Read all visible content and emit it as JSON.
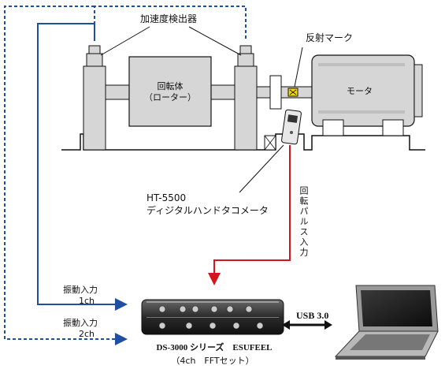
{
  "labels": {
    "accelerometer": "加速度検出器",
    "reflective_mark": "反射マーク",
    "rotor_line1": "回転体",
    "rotor_line2": "（ローター）",
    "motor": "モータ",
    "tacho_model": "HT-5500",
    "tacho_name": "ディジタルハンドタコメータ",
    "rotation_pulse_input": "回転パルス入力",
    "vib_input_1_title": "振動入力",
    "vib_input_1_ch": "1ch",
    "vib_input_2_title": "振動入力",
    "vib_input_2_ch": "2ch",
    "usb": "USB 3.0",
    "device_name": "DS-3000 シリーズ　ESUFEEL",
    "device_config": "（4ch　FFTセット）"
  },
  "colors": {
    "signal_blue": "#1f4fa3",
    "dashed_blue": "#1f4fa3",
    "pulse_red": "#d4161c",
    "machine_gray": "#d6d6d6",
    "outline": "#111111"
  }
}
